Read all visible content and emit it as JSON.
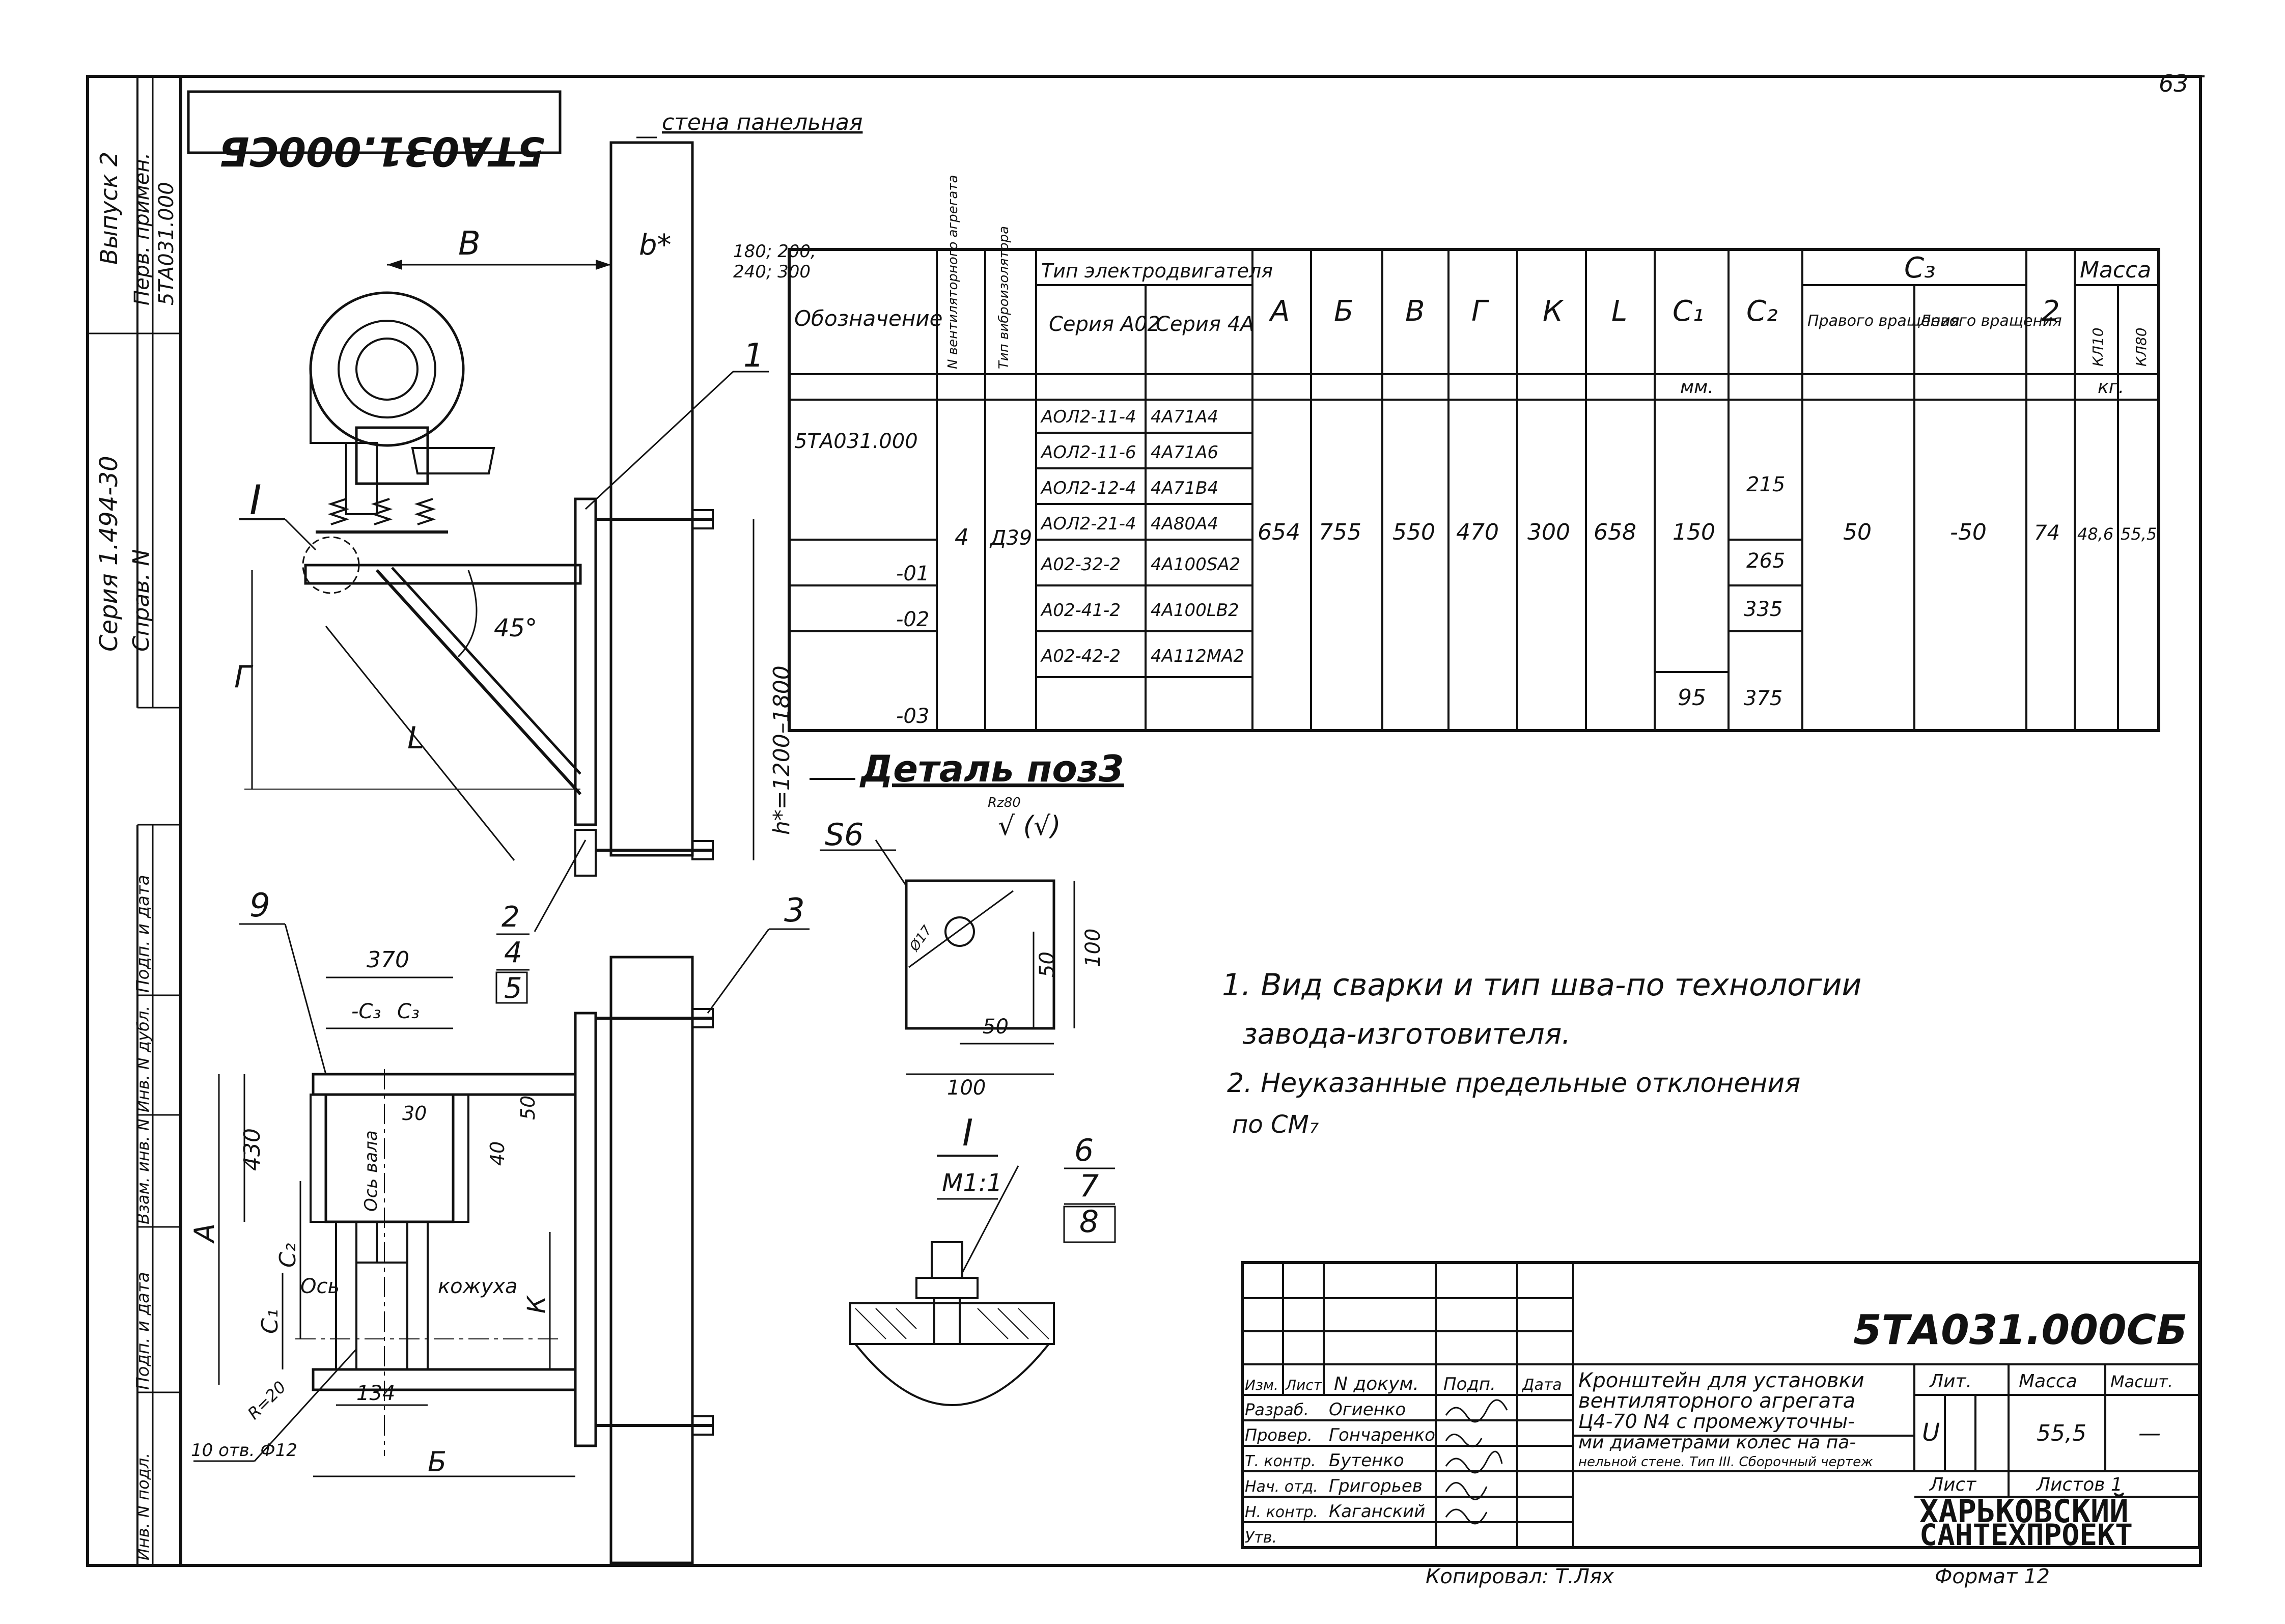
{
  "sheet": {
    "page_number": "63",
    "stamp_top_rotated": "5ТА031.000СБ",
    "wall_label": "стена панельная",
    "footer_left": "Копировал: Т.Лях",
    "footer_format": "Формат 12"
  },
  "side_strip": {
    "vypusk": "Выпуск 2",
    "perv_primen_label": "Перв. примен.",
    "perv_primen_value": "5ТА031.000",
    "seriya": "Серия 1.494-30",
    "sprav": "Справ. N",
    "podp_data_1": "Подп. и дата",
    "inv_dubl": "Инв. N дубл.",
    "vzam_inv": "Взам. инв. N",
    "podp_data_2": "Подп. и дата",
    "inv_podl": "Инв. N подл."
  },
  "main_view": {
    "dim_b": "В",
    "dim_b_star": "b*",
    "dim_b_star_values_1": "180; 200;",
    "dim_b_star_values_2": "240; 300",
    "dim_g": "Г",
    "dim_l": "L",
    "angle": "45°",
    "dim_h": "h*=1200–1800",
    "roman_one": "I",
    "pos_1": "1",
    "pos_2": "2",
    "pos_4": "4",
    "pos_5": "5"
  },
  "plan_view": {
    "pos_9": "9",
    "pos_3": "3",
    "dim_370": "370",
    "dim_c3": "-С₃",
    "dim_c3b": "С₃",
    "dim_30": "30",
    "dim_50": "50",
    "dim_40": "40",
    "dim_430": "430",
    "dim_a": "А",
    "dim_c2": "С₂",
    "dim_c1": "С₁",
    "axis_left": "Ось",
    "axis_casing": "кожуха",
    "axis_shaft": "Ось вала",
    "dim_k": "К",
    "dim_134": "134",
    "dim_r20": "R=20",
    "holes": "10 отв. Ф12",
    "dim_bb": "Б"
  },
  "detail": {
    "title": "Деталь поз3",
    "roughness": "Rz80",
    "roughness_sym": "√ (√)",
    "s6": "S6",
    "d17": "Ø17",
    "dim_50_v": "50",
    "dim_100_v": "100",
    "dim_50_h": "50",
    "dim_100_h": "100"
  },
  "section_one": {
    "label": "I",
    "scale": "М1:1",
    "pos_6": "6",
    "pos_7": "7",
    "pos_8": "8"
  },
  "notes": {
    "n1a": "1. Вид сварки и тип шва-по технологии",
    "n1b": "завода-изготовителя.",
    "n2a": "2. Неуказанные предельные отклонения",
    "n2b": "по СМ₇"
  },
  "table": {
    "h_oboz": "Обозначение",
    "h_vent": "N вентиляторного агрегата",
    "h_vibro": "Тип виброизолятора",
    "h_type": "Тип электродвигателя",
    "h_ser_a02": "Серия А02",
    "h_ser_4a": "Серия 4А",
    "h_a": "А",
    "h_b": "Б",
    "h_v": "В",
    "h_g": "Г",
    "h_k": "К",
    "h_l": "L",
    "h_c1": "С₁",
    "h_c2": "С₂",
    "h_c3": "С₃",
    "h_c3_right": "Правого вращения",
    "h_c3_left": "Левого вращения",
    "h_z": "2",
    "h_mass": "Масса",
    "h_mass_1": "КЛ10",
    "h_mass_2": "КЛ80",
    "unit_mm": "мм.",
    "unit_kg": "кг.",
    "rows": [
      {
        "oboz": "5ТА031.000",
        "a02": "АОЛ2-11-4",
        "s4a": "4А71А4"
      },
      {
        "oboz": "",
        "a02": "АОЛ2-11-6",
        "s4a": "4А71А6"
      },
      {
        "oboz": "",
        "a02": "АОЛ2-12-4",
        "s4a": "4А71В4"
      },
      {
        "oboz": "-01",
        "a02": "АОЛ2-21-4",
        "s4a": "4А80А4"
      },
      {
        "oboz": "-02",
        "a02": "А02-32-2",
        "s4a": "4А100SА2"
      },
      {
        "oboz": "",
        "a02": "А02-41-2",
        "s4a": "4А100LВ2"
      },
      {
        "oboz": "-03",
        "a02": "А02-42-2",
        "s4a": "4А112МА2"
      }
    ],
    "vent": "4",
    "vibro": "Д39",
    "val_a": "654",
    "val_b": "755",
    "val_v": "550",
    "val_g": "470",
    "val_k": "300",
    "val_l": "658",
    "c1_main": "150",
    "c1_last": "95",
    "c2_1": "215",
    "c2_2": "265",
    "c2_3": "335",
    "c2_4": "375",
    "c3_right": "50",
    "c3_left": "-50",
    "z": "74",
    "mass_1": "48,6",
    "mass_2": "55,5"
  },
  "title_block": {
    "code": "5ТА031.000СБ",
    "desc_1": "Кронштейн для установки",
    "desc_2": "вентиляторного агрегата",
    "desc_3": "Ц4-70 N4 с промежуточны-",
    "desc_4": "ми диаметрами колес на па-",
    "desc_5": "нельной стене. Тип III. Сборочный чертеж",
    "h_izm": "Изм.",
    "h_list": "Лист",
    "h_ndok": "N докум.",
    "h_podp": "Подп.",
    "h_data": "Дата",
    "roles": [
      "Разраб.",
      "Провер.",
      "Т. контр.",
      "Нач. отд.",
      "Н. контр.",
      "Утв."
    ],
    "names": [
      "Огиенко",
      "Гончаренко",
      "Бутенко",
      "Григорьев",
      "Каганский",
      ""
    ],
    "lit_label": "Лит.",
    "mass_label": "Масса",
    "scale_label": "Масшт.",
    "lit_value": "U",
    "mass_value": "55,5",
    "scale_value": "—",
    "sheet_label": "Лист",
    "sheets_label": "Листов 1",
    "org_1": "ХАРЬКОВСКИЙ",
    "org_2": "САНТЕХПРОЕКТ"
  }
}
